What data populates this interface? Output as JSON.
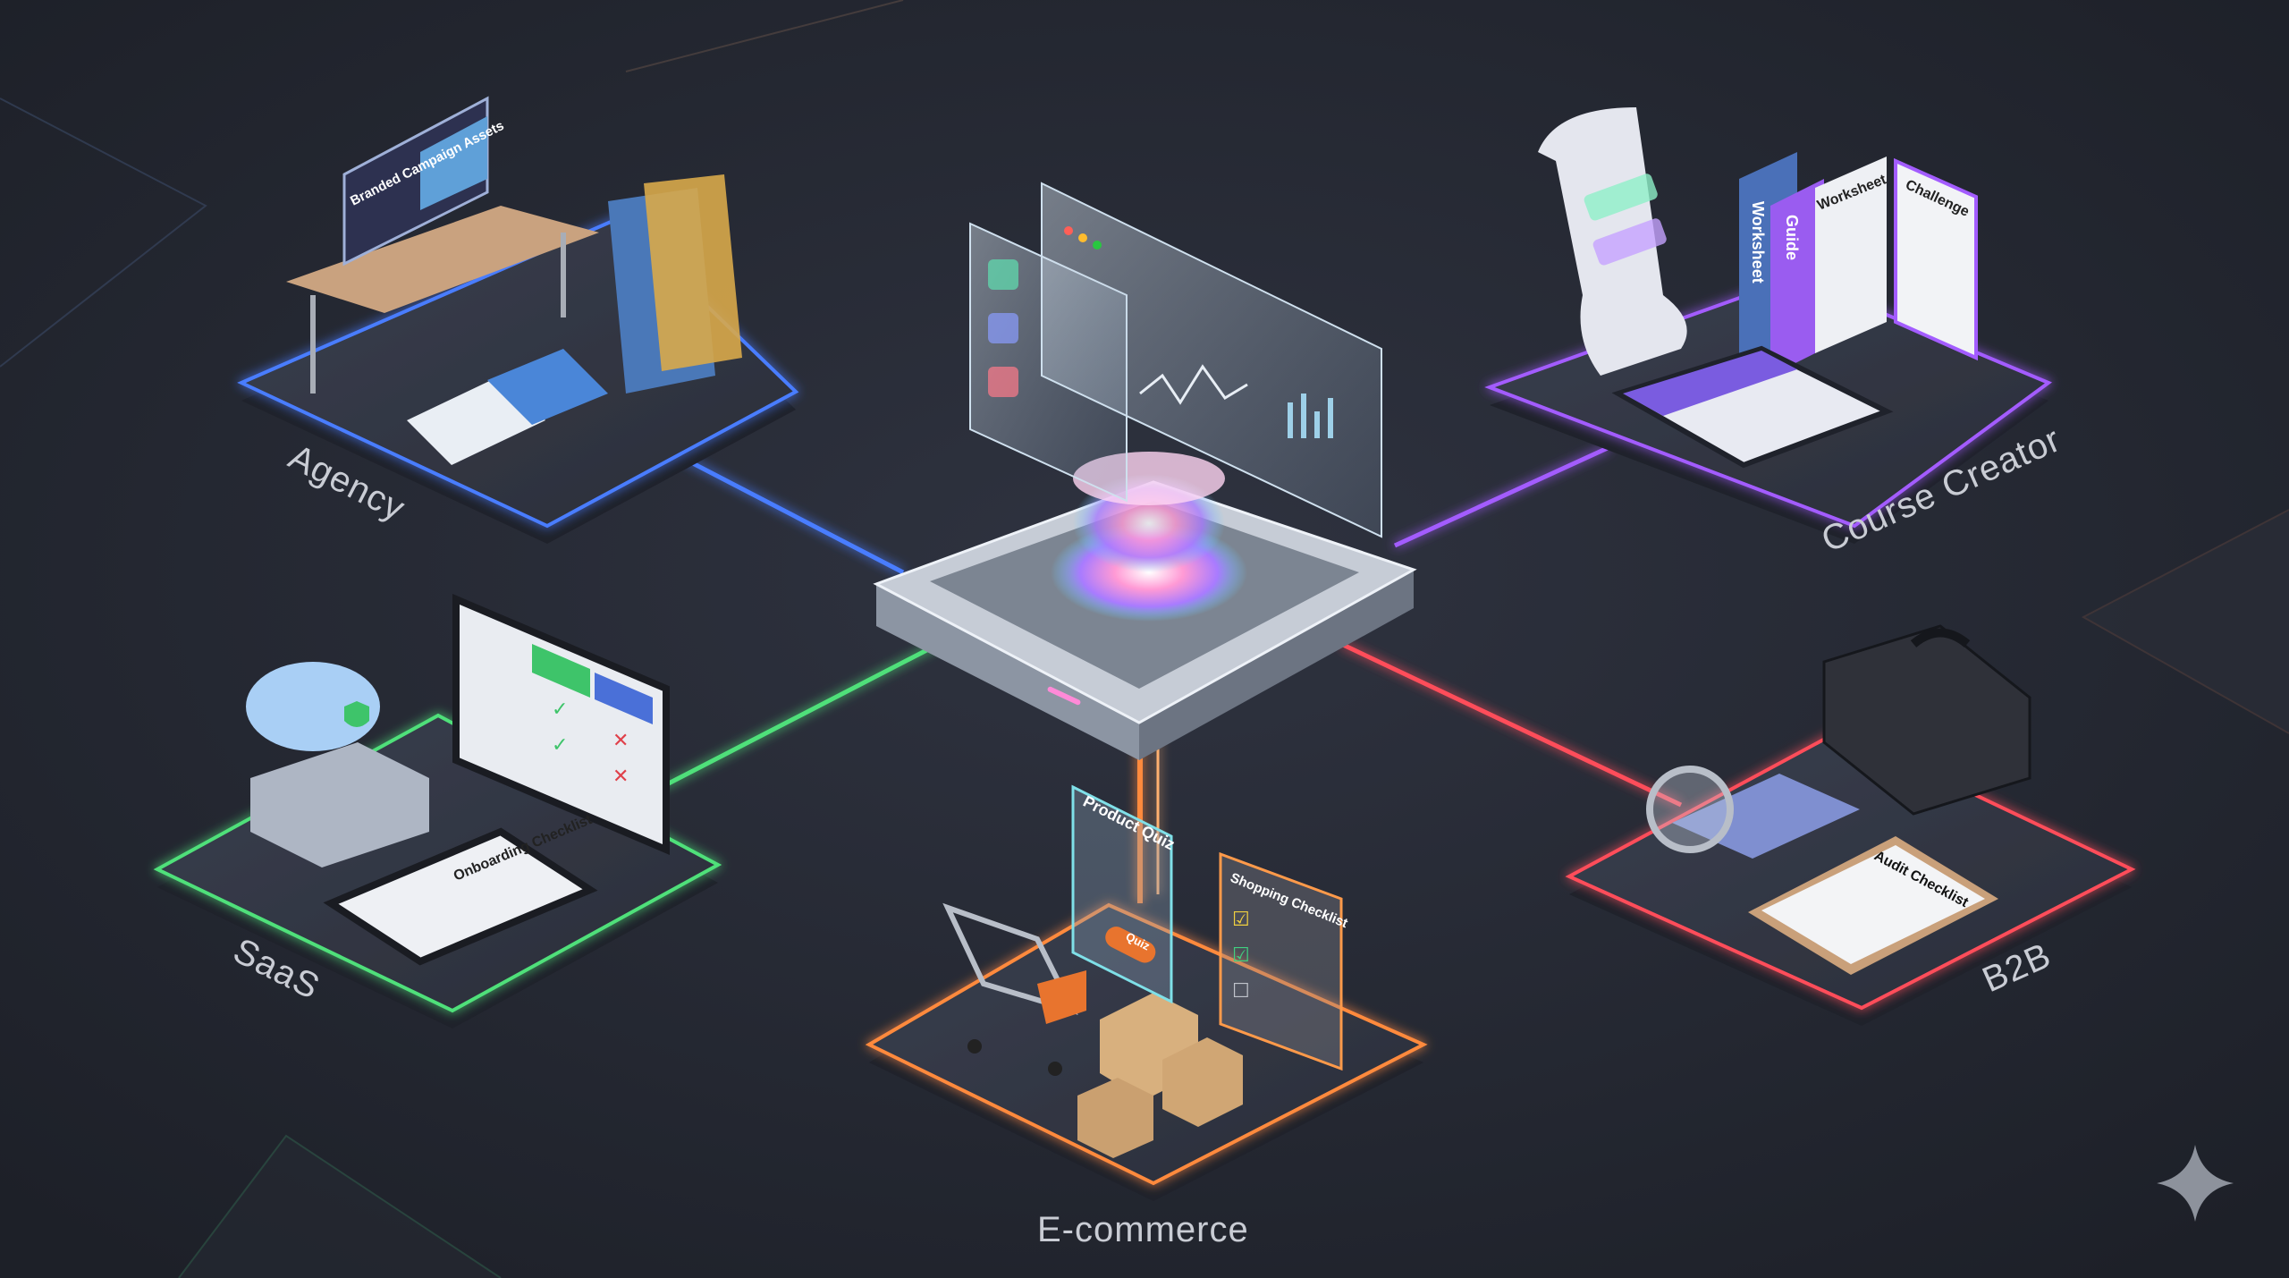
{
  "labels": {
    "agency": "Agency",
    "course_creator": "Course Creator",
    "saas": "SaaS",
    "b2b": "B2B",
    "ecommerce": "E-commerce"
  },
  "objects": {
    "agency_monitor": "Branded Campaign Assets",
    "saas_tablet": "Onboarding Checklist",
    "course_binder_spine_1": "Worksheet",
    "course_binder_spine_2": "Guide",
    "course_page_left": "Worksheet",
    "course_page_right": "Challenge",
    "ecommerce_quiz_title": "Product Quiz",
    "ecommerce_quiz_button": "Quiz",
    "ecommerce_checklist": "Shopping Checklist",
    "b2b_clipboard": "Audit Checklist"
  },
  "colors": {
    "background": "#23262f",
    "agency": "#4a7dff",
    "course_creator": "#a35cff",
    "saas": "#4fe07a",
    "b2b": "#ff4d5a",
    "ecommerce": "#ff8a3d",
    "hub_glow": "#e48cff"
  },
  "icons": [
    "sparkle-icon",
    "check-icon",
    "cross-icon",
    "shopping-cart-icon",
    "briefcase-icon",
    "calculator-icon",
    "magnifier-icon",
    "cloud-shield-icon",
    "server-icon"
  ]
}
